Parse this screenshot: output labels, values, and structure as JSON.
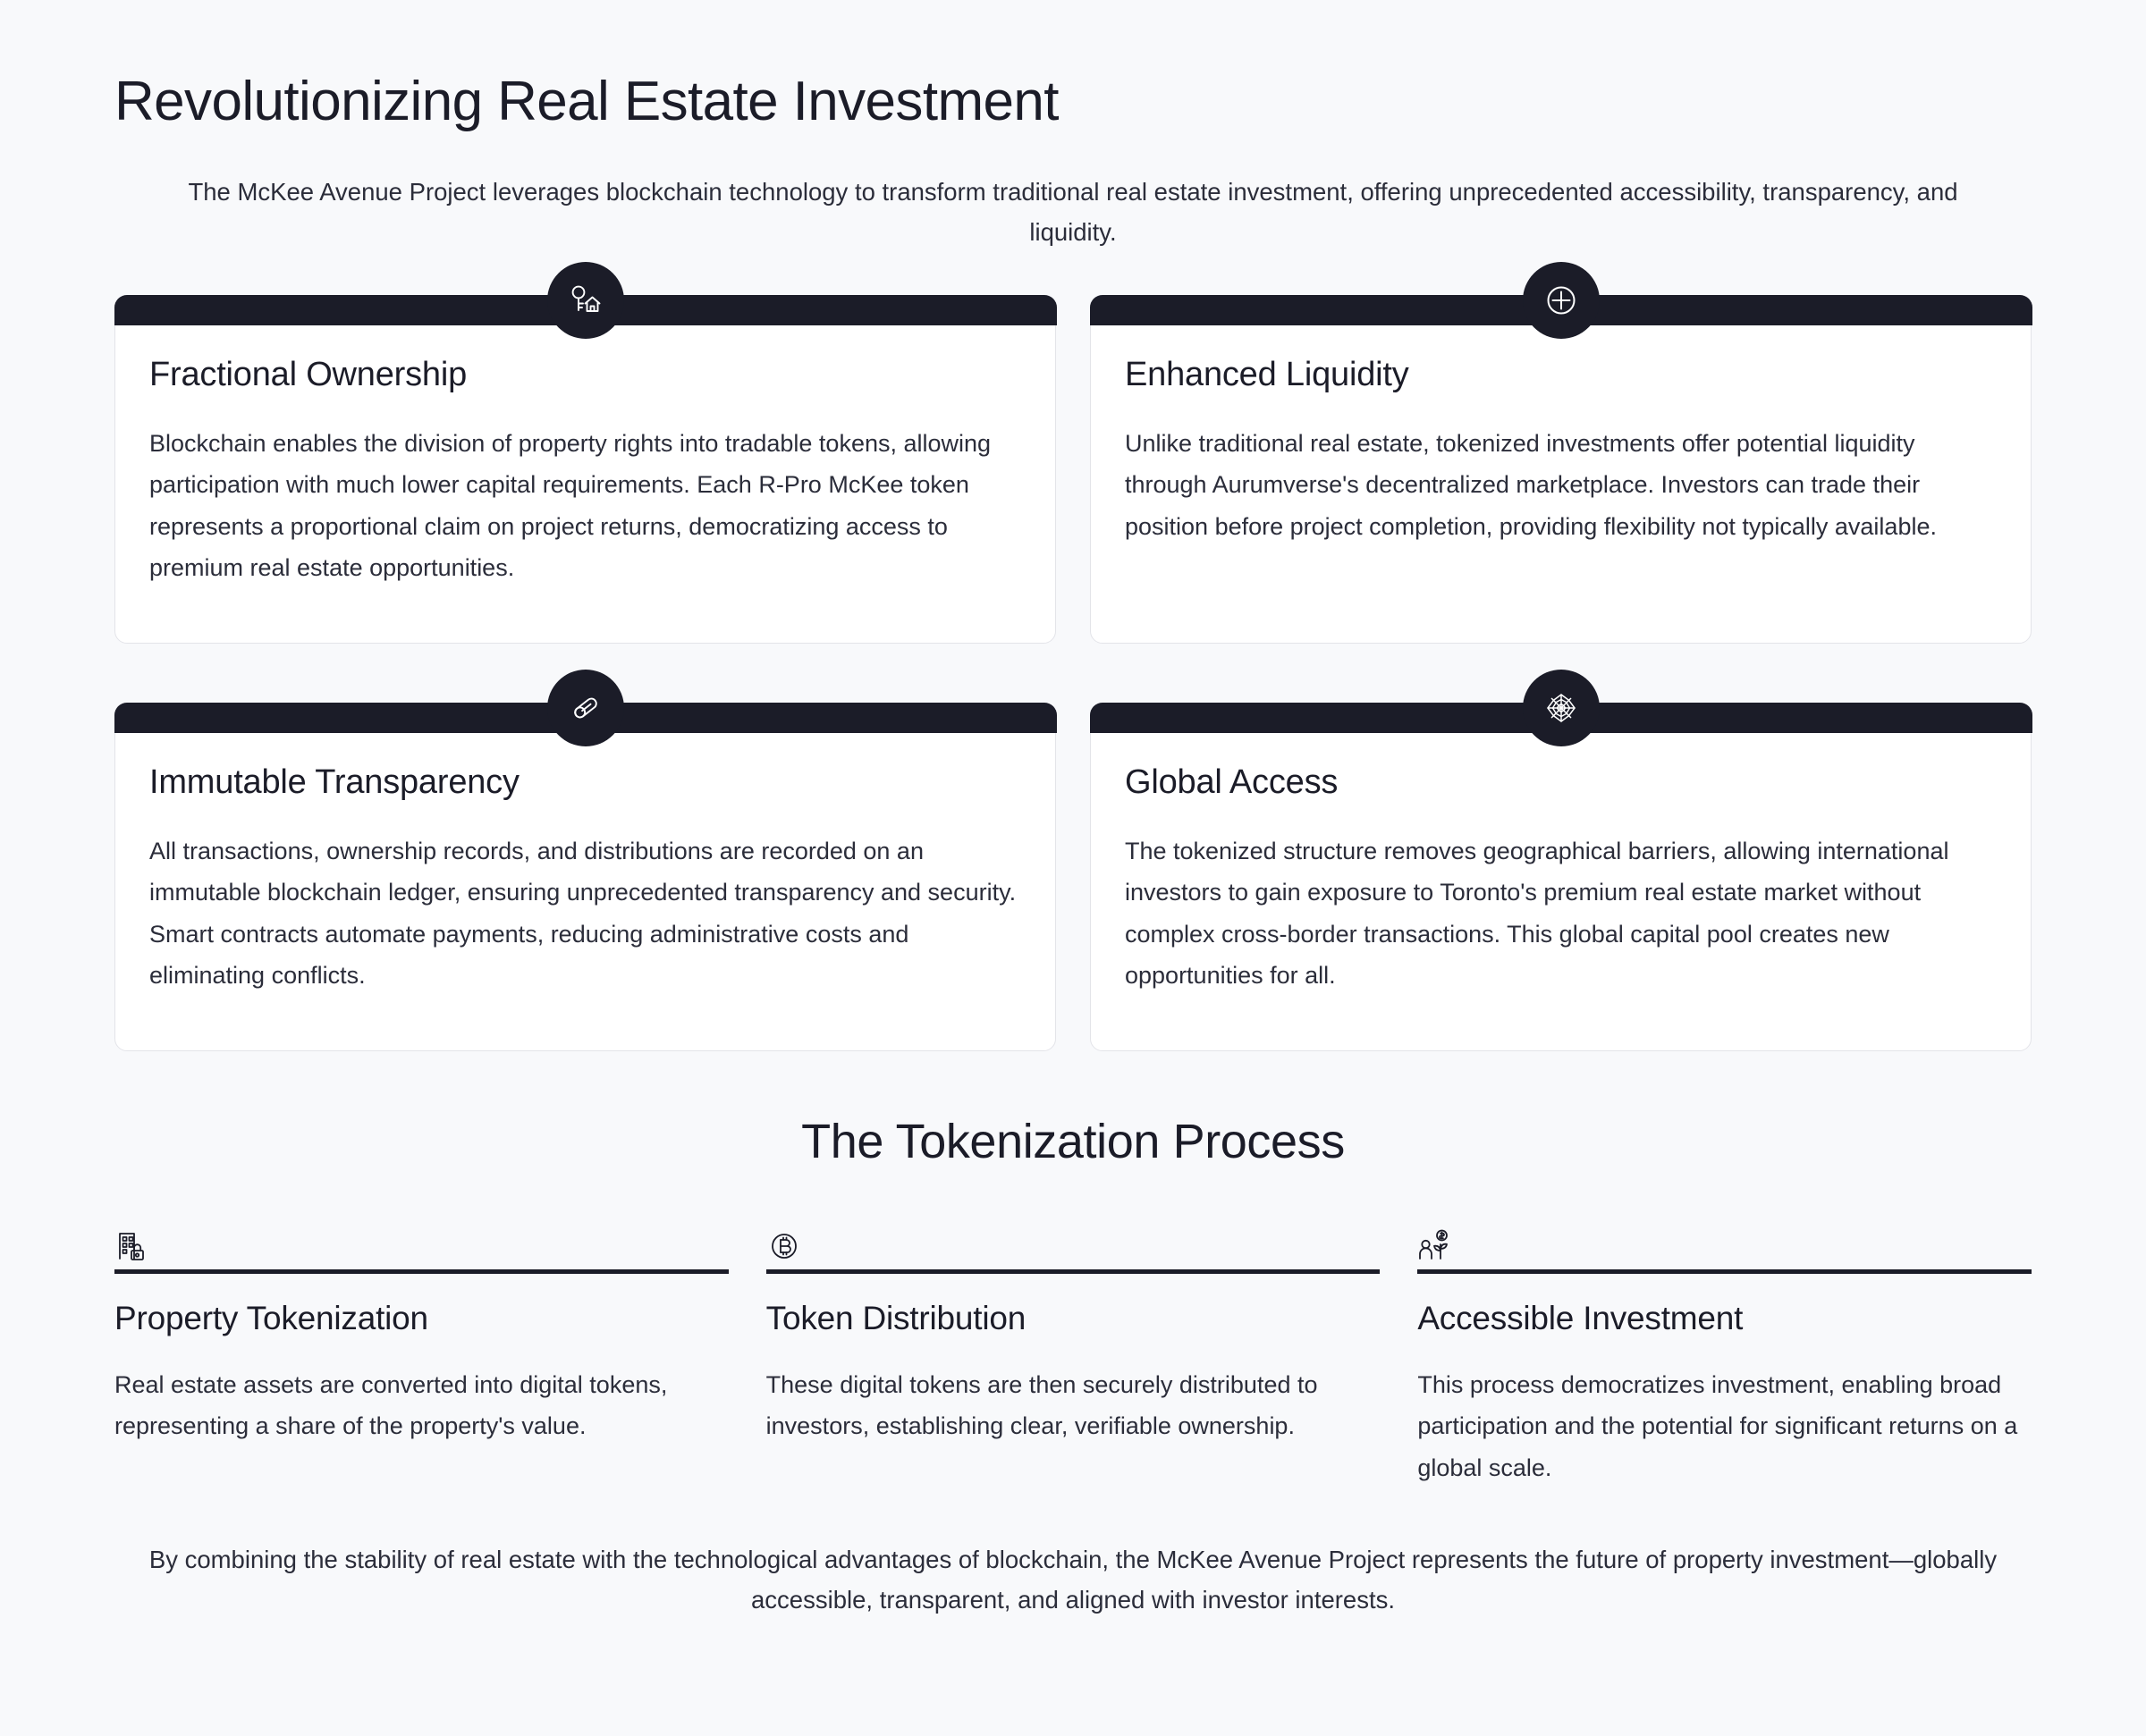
{
  "header": {
    "title": "Revolutionizing Real Estate Investment",
    "subtitle": "The McKee Avenue Project leverages blockchain technology to transform traditional real estate investment, offering unprecedented accessibility, transparency, and liquidity."
  },
  "colors": {
    "page_background": "#f8f9fb",
    "card_background": "#ffffff",
    "accent_dark": "#1b1c28",
    "card_border": "#e3e4e9",
    "body_text": "#2b2d3a"
  },
  "cards": [
    {
      "icon": "key-house-icon",
      "title": "Fractional Ownership",
      "body": "Blockchain enables the division of property rights into tradable tokens, allowing participation with much lower capital requirements. Each R-Pro McKee token represents a proportional claim on project returns, democratizing access to premium real estate opportunities."
    },
    {
      "icon": "circle-plus-icon",
      "title": "Enhanced Liquidity",
      "body": "Unlike traditional real estate, tokenized investments offer potential liquidity through Aurumverse's decentralized marketplace. Investors can trade their position before project completion, providing flexibility not typically available."
    },
    {
      "icon": "cylinder-ledger-icon",
      "title": "Immutable Transparency",
      "body": "All transactions, ownership records, and distributions are recorded on an immutable blockchain ledger, ensuring unprecedented transparency and security. Smart contracts automate payments, reducing administrative costs and eliminating conflicts."
    },
    {
      "icon": "spider-web-network-icon",
      "title": "Global Access",
      "body": "The tokenized structure removes geographical barriers, allowing international investors to gain exposure to Toronto's premium real estate market without complex cross-border transactions. This global capital pool creates new opportunities for all."
    }
  ],
  "process": {
    "heading": "The Tokenization Process",
    "steps": [
      {
        "icon": "building-lock-icon",
        "title": "Property Tokenization",
        "body": "Real estate assets are converted into digital tokens, representing a share of the property's value."
      },
      {
        "icon": "bitcoin-circle-icon",
        "title": "Token Distribution",
        "body": "These digital tokens are then securely distributed to investors, establishing clear, verifiable ownership."
      },
      {
        "icon": "investor-money-plant-icon",
        "title": "Accessible Investment",
        "body": "This process democratizes investment, enabling broad participation and the potential for significant returns on a global scale."
      }
    ]
  },
  "footer": {
    "text": "By combining the stability of real estate with the technological advantages of blockchain, the McKee Avenue Project represents the future of property investment—globally accessible, transparent, and aligned with investor interests."
  }
}
